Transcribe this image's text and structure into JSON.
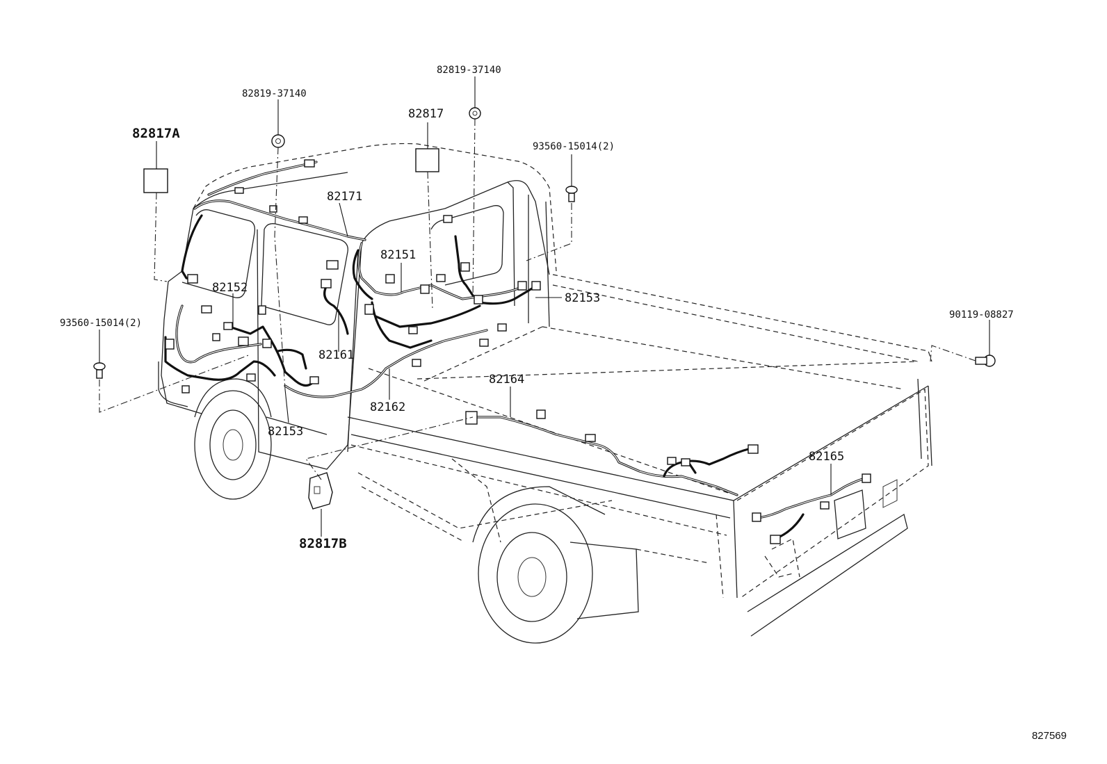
{
  "labels": {
    "p82817A": "82817A",
    "p82817": "82817",
    "p82817B": "82817B",
    "p82819_left": "82819-37140",
    "p82819_right": "82819-37140",
    "p93560_left": "93560-15014(2)",
    "p93560_right": "93560-15014(2)",
    "p90119": "90119-08827",
    "p82171": "82171",
    "p82151": "82151",
    "p82152": "82152",
    "p82153_right": "82153",
    "p82153_left": "82153",
    "p82161": "82161",
    "p82162": "82162",
    "p82164": "82164",
    "p82165": "82165"
  },
  "drawing_code": "827569"
}
